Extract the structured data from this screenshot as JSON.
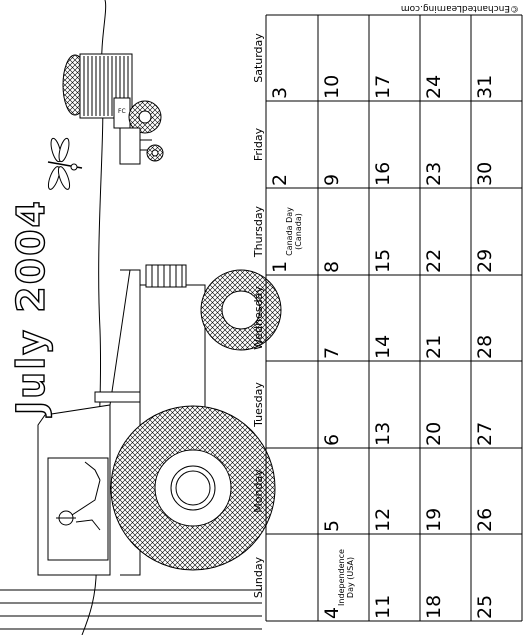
{
  "title": "July 2004",
  "credit": "©EnchantedLearning.com",
  "weekdays": [
    "Sunday",
    "Monday",
    "Tuesday",
    "Wednesday",
    "Thursday",
    "Friday",
    "Saturday"
  ],
  "weeks": [
    [
      "",
      "",
      "",
      "",
      "1",
      "2",
      "3"
    ],
    [
      "4",
      "5",
      "6",
      "7",
      "8",
      "9",
      "10"
    ],
    [
      "11",
      "12",
      "13",
      "14",
      "15",
      "16",
      "17"
    ],
    [
      "18",
      "19",
      "20",
      "21",
      "22",
      "23",
      "24"
    ],
    [
      "25",
      "26",
      "27",
      "28",
      "29",
      "30",
      "31"
    ]
  ],
  "holidays": [
    {
      "day": "1",
      "lines": [
        "Canada Day",
        "(Canada)"
      ]
    },
    {
      "day": "4",
      "lines": [
        "Independence",
        "Day (USA)"
      ]
    }
  ],
  "barn_sign": "FC",
  "colors": {
    "ink": "#000000",
    "paper": "#ffffff"
  }
}
